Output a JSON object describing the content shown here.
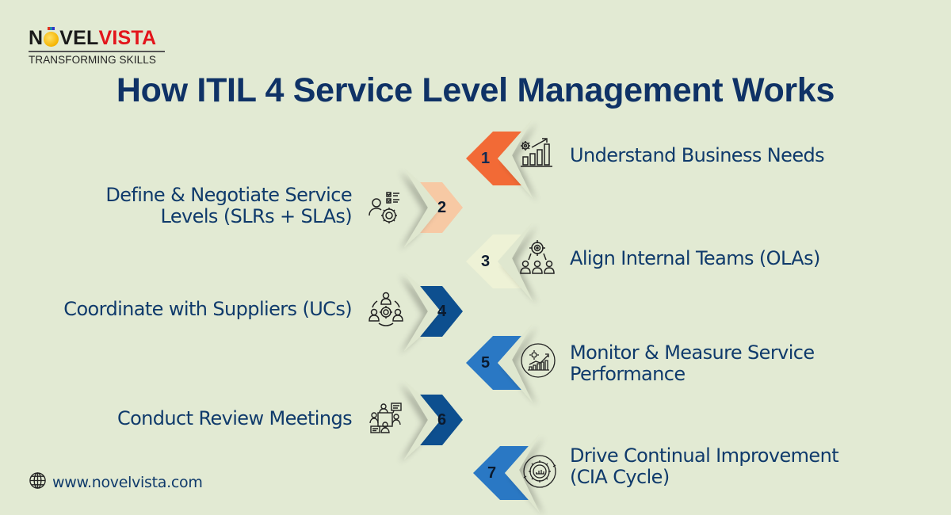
{
  "logo": {
    "brand_part1": "N",
    "brand_part2": "VEL",
    "brand_part3": "VISTA",
    "tagline": "TRANSFORMING SKILLS"
  },
  "title": "How ITIL 4 Service Level Management Works",
  "colors": {
    "background": "#e2ead3",
    "title": "#0f3266",
    "text": "#0f3a6b",
    "step1": "#f26a36",
    "step2": "#f7c9a4",
    "step3": "#eef2d6",
    "step4": "#0d4f8f",
    "step5": "#2a78c4",
    "step6": "#0d4f8f",
    "step7": "#2a78c4"
  },
  "steps": [
    {
      "number": "1",
      "side": "right",
      "lines": [
        "Understand Business Needs"
      ],
      "icon": "growth-chart-gear-icon"
    },
    {
      "number": "2",
      "side": "left",
      "lines": [
        "Define & Negotiate Service",
        "Levels (SLRs + SLAs)"
      ],
      "icon": "person-checklist-gear-icon"
    },
    {
      "number": "3",
      "side": "right",
      "lines": [
        "Align Internal Teams (OLAs)"
      ],
      "icon": "team-target-icon"
    },
    {
      "number": "4",
      "side": "left",
      "lines": [
        "Coordinate with Suppliers (UCs)"
      ],
      "icon": "people-network-gear-icon"
    },
    {
      "number": "5",
      "side": "right",
      "lines": [
        "Monitor & Measure Service",
        "Performance"
      ],
      "icon": "performance-chart-icon"
    },
    {
      "number": "6",
      "side": "left",
      "lines": [
        "Conduct Review Meetings"
      ],
      "icon": "meeting-table-icon"
    },
    {
      "number": "7",
      "side": "right",
      "lines": [
        "Drive Continual Improvement",
        "(CIA Cycle)"
      ],
      "icon": "cycle-gear-icon"
    }
  ],
  "footer": {
    "icon": "globe-icon",
    "url": "www.novelvista.com"
  }
}
